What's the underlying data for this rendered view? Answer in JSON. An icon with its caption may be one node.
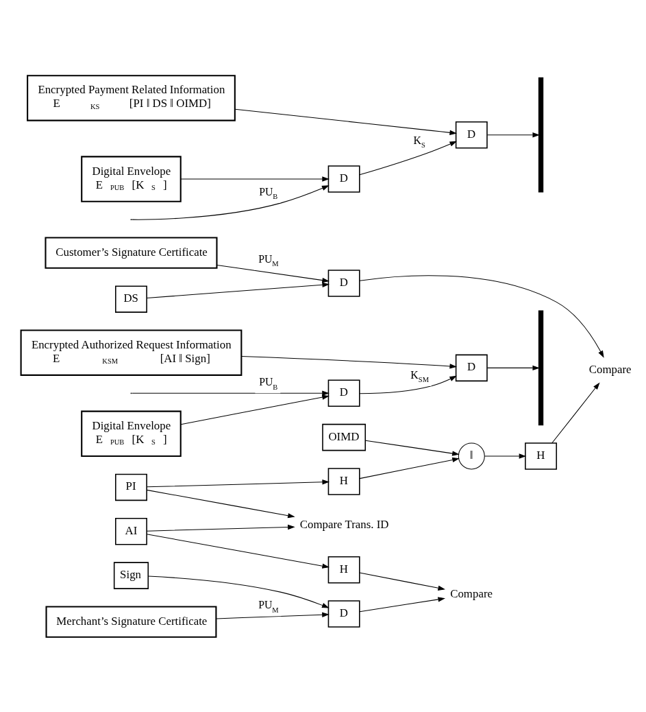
{
  "diagram": {
    "nodes": [
      {
        "text": [
          "Encrypted Payment Related Information",
          "E$_{KS}$[PI ‖ DS ‖ OIMD]"
        ]
      },
      {
        "text": [
          "D"
        ]
      },
      {
        "text": [
          "Digital Envelope",
          "E$_{PUB}$[K$_{S}$]"
        ]
      },
      {
        "text": [
          "D"
        ]
      },
      {
        "text": [],
        "shape": "bar"
      },
      {
        "text": [
          "PI"
        ]
      },
      {
        "text": [
          "H"
        ]
      },
      {
        "text": [
          "‖"
        ]
      },
      {
        "text": [
          "H"
        ]
      },
      {
        "text": [
          "OIMD"
        ]
      },
      {
        "text": [
          "Compare"
        ]
      },
      {
        "text": [
          "DS"
        ]
      },
      {
        "text": [
          "D"
        ]
      },
      {
        "text": [
          "Customer’s Signature Certificate"
        ]
      },
      {
        "text": [
          "Compare Trans. ID"
        ]
      },
      {
        "text": [
          "Encrypted Authorized Request Information",
          "E$_{KSM}$[AI ‖ Sign]"
        ]
      },
      {
        "text": [
          "D"
        ]
      },
      {
        "text": [
          "Digital Envelope",
          "E$_{PUB}$[K$_{S}$]"
        ]
      },
      {
        "text": [
          "D"
        ]
      },
      {
        "text": [],
        "shape": "bar"
      },
      {
        "text": [
          "AI"
        ]
      },
      {
        "text": [
          "H"
        ]
      },
      {
        "text": [
          "Compare"
        ]
      },
      {
        "text": [
          "Sign"
        ]
      },
      {
        "text": [
          "D"
        ]
      },
      {
        "text": [
          "Merchant’s Signature Certificate"
        ]
      }
    ],
    "edges": [
      {
        "from": 0,
        "to": 1,
        "arrow": "to"
      },
      {
        "from": 1,
        "to": 4,
        "arrow": "to"
      },
      {
        "from": 2,
        "to": 3,
        "arrow": "to"
      },
      {
        "from": 3,
        "to": 1,
        "arrow": "to",
        "label": "K$_{S}$"
      },
      {
        "from": null,
        "to": 3,
        "arrow": "to",
        "label": "PU$_{B}$"
      },
      {
        "from": 5,
        "to": 6,
        "arrow": "to"
      },
      {
        "from": 6,
        "to": 7,
        "arrow": "to"
      },
      {
        "from": 7,
        "to": 8,
        "arrow": "to"
      },
      {
        "from": 9,
        "to": 7,
        "arrow": "to"
      },
      {
        "from": 8,
        "to": 10,
        "arrow": "to"
      },
      {
        "from": 11,
        "to": 12,
        "arrow": "to"
      },
      {
        "from": 12,
        "to": 10,
        "arrow": "to"
      },
      {
        "from": 13,
        "to": 12,
        "arrow": "to",
        "label": "PU$_{M}$"
      },
      {
        "from": 5,
        "to": 14,
        "arrow": "to"
      },
      {
        "from": 15,
        "to": 16,
        "arrow": "to"
      },
      {
        "from": 16,
        "to": 19,
        "arrow": "to"
      },
      {
        "from": 17,
        "to": 18,
        "arrow": "to"
      },
      {
        "from": 18,
        "to": 16,
        "arrow": "to",
        "label": "K$_{SM}$"
      },
      {
        "from": null,
        "to": 18,
        "arrow": "to",
        "label": "PU$_{B}$"
      },
      {
        "from": 20,
        "to": 21,
        "arrow": "to"
      },
      {
        "from": 21,
        "to": 22,
        "arrow": "to"
      },
      {
        "from": 23,
        "to": 24,
        "arrow": "to"
      },
      {
        "from": 24,
        "to": 22,
        "arrow": "to"
      },
      {
        "from": 25,
        "to": 24,
        "arrow": "to",
        "label": "PU$_{M}$"
      },
      {
        "from": 20,
        "to": 14,
        "arrow": "to"
      }
    ]
  }
}
